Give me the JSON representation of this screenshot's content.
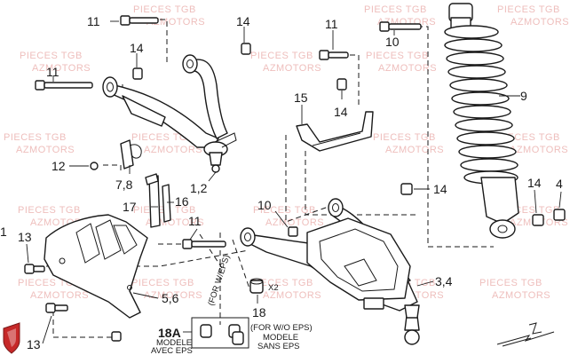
{
  "watermark": {
    "line1": "PIECES TGB",
    "line2": "AZMOTORS",
    "color": "#e9a9a6"
  },
  "callouts": {
    "c11_top": "11",
    "c14_top": "14",
    "c11_left": "11",
    "c14_left": "14",
    "c11_center": "11",
    "c14_center": "14",
    "c15": "15",
    "c10_top": "10",
    "c9": "9",
    "c12": "12",
    "c78": "7,8",
    "c12b": "1,2",
    "c17": "17",
    "c16": "16",
    "c10_mid": "10",
    "c14_mid": "14",
    "c14_right": "14",
    "c4": "4",
    "c1": "1",
    "c13_top": "13",
    "c11_bottom": "11",
    "c56": "5,6",
    "c34": "3,4",
    "c13_bottom": "13",
    "c18": "18",
    "c18a": "18A",
    "x2": "X2"
  },
  "notes": {
    "for_w_eps": "(FOR W/EPS)",
    "for_wo_eps": "(FOR W/O EPS)",
    "modele_sans_eps_1": "MODELE",
    "modele_sans_eps_2": "SANS EPS",
    "modele_avec_eps_1": "MODELE",
    "modele_avec_eps_2": "AVEC EPS"
  },
  "brand": {
    "logo_color": "#c62828"
  }
}
